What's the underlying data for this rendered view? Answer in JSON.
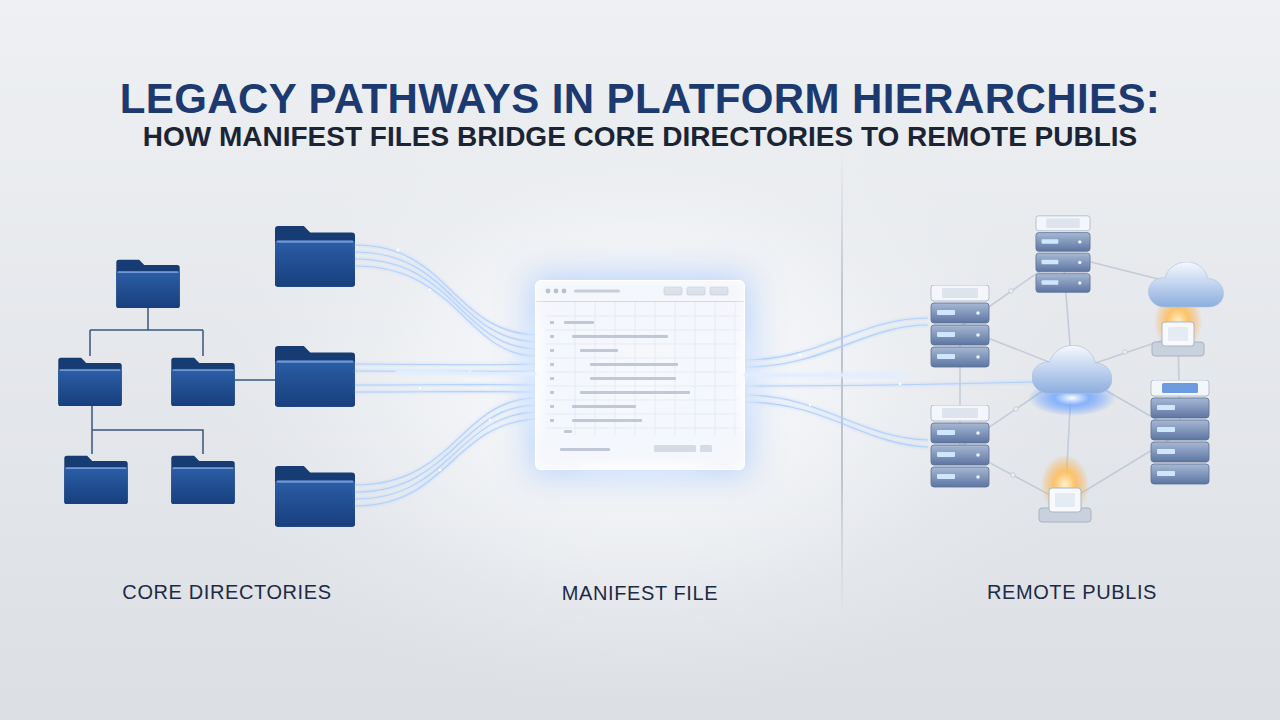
{
  "diagram": {
    "title": "LEGACY PATHWAYS IN PLATFORM HIERARCHIES:",
    "nodes": [
      {
        "text": [
          "CORE DIRECTORIES"
        ]
      },
      {
        "text": [
          "MANIFEST FILE"
        ]
      },
      {
        "text": [
          "REMOTE PUBLIS"
        ]
      }
    ],
    "edges": [
      {
        "from": 0,
        "to": 1,
        "arrow": "none"
      },
      {
        "from": 1,
        "to": 2,
        "arrow": "none"
      }
    ],
    "labels": [
      "HOW MANIFEST FILES BRIDGE CORE DIRECTORIES TO REMOTE PUBLIS"
    ]
  }
}
